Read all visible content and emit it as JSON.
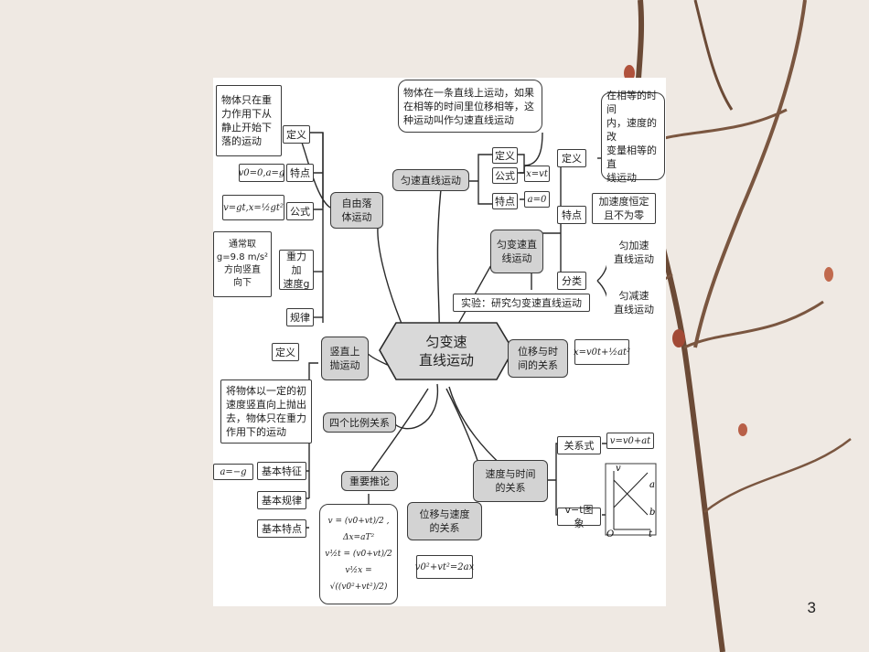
{
  "page_number": "3",
  "center": "匀变速\n直线运动",
  "free_fall": {
    "title": "自由落\n体运动",
    "definition_label": "定义",
    "definition_text": "物体只在重\n力作用下从\n静止开始下\n落的运动",
    "features_label": "特点",
    "features_formula": "v0=0,a=g",
    "formula_label": "公式",
    "formula": "v=gt,x=½gt²",
    "gravity_label": "重力加\n速度g",
    "gravity_text": "通常取\ng=9.8 m/s²\n方向竖直\n向下",
    "law_label": "规律"
  },
  "uniform": {
    "title": "匀速直线运动",
    "definition_label": "定义",
    "definition_text": "物体在一条直线上运动，如果\n在相等的时间里位移相等，这\n种运动叫作匀速直线运动",
    "formula_label": "公式",
    "formula": "x=vt",
    "features_label": "特点",
    "features_formula": "a=0"
  },
  "variable": {
    "title": "匀变速直\n线运动",
    "definition_label": "定义",
    "definition_text": "在相等的时间\n内，速度的改\n变量相等的直\n线运动",
    "features_label": "特点",
    "features_text": "加速度恒定\n且不为零",
    "category_label": "分类",
    "accel": "匀加速\n直线运动",
    "decel": "匀减速\n直线运动",
    "experiment": "实验：研究匀变速直线运动"
  },
  "vertical_throw": {
    "title": "竖直上\n抛运动",
    "definition_label": "定义",
    "definition_text": "将物体以一定的初\n速度竖直向上抛出\n去，物体只在重力\n作用下的运动",
    "basic_feature_label": "基本特征",
    "basic_feature_formula": "a=−g",
    "basic_law_label": "基本规律",
    "basic_point_label": "基本特点"
  },
  "ratios": "四个比例关系",
  "inference": {
    "title": "重要推论",
    "f1": "v = (v0+vt)/2 , Δx=aT²",
    "f2": "v½t = (v0+vt)/2",
    "f3": "v½x = √((v0²+vt²)/2)"
  },
  "displacement_time": {
    "title": "位移与时\n间的关系",
    "formula": "x=v0t+½at²"
  },
  "velocity_time": {
    "title": "速度与时间\n的关系",
    "relation_label": "关系式",
    "relation_formula": "v=v0+at",
    "graph_label": "v−t图象",
    "graph_y": "v",
    "graph_x": "t",
    "graph_origin": "O",
    "graph_a": "a",
    "graph_b": "b"
  },
  "displacement_velocity": {
    "title": "位移与速度\n的关系",
    "formula": "v0²+vt²=2ax"
  }
}
